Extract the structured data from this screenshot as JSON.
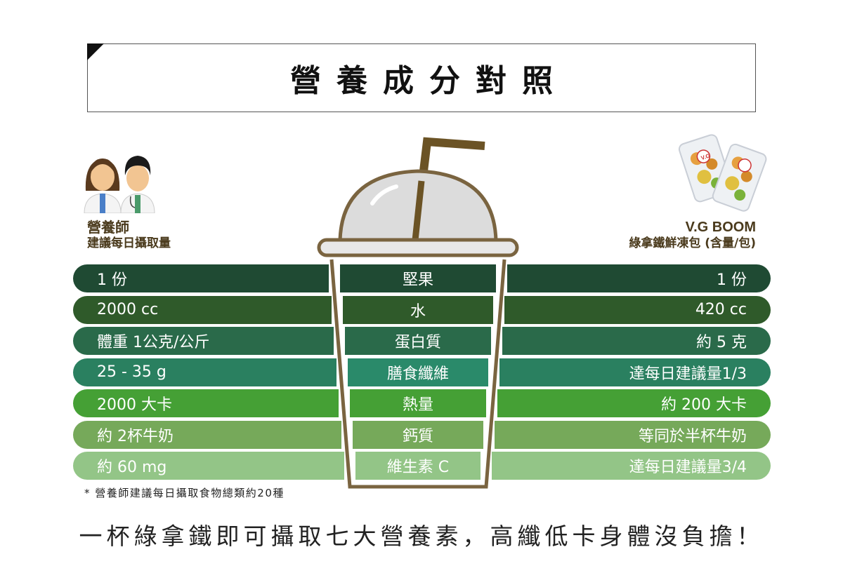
{
  "title": "營養成分對照",
  "left_header": {
    "line1": "營養師",
    "line2": "建議每日攝取量"
  },
  "right_header": {
    "line1": "V.G BOOM",
    "line2": "綠拿鐵鮮凍包 (含量/包)"
  },
  "product_label": "V.G",
  "rows": [
    {
      "left": "1 份",
      "middle": "堅果",
      "right": "1 份",
      "color": "#1f4a33",
      "mid_color": "#1f4a33"
    },
    {
      "left": "2000 cc",
      "middle": "水",
      "right": "420 cc",
      "color": "#2f5a2a",
      "mid_color": "#2f5a2a"
    },
    {
      "left": "體重  1公克/公斤",
      "middle": "蛋白質",
      "right": "約 5 克",
      "color": "#2a6a4a",
      "mid_color": "#2a6a4a"
    },
    {
      "left": "25 - 35 g",
      "middle": "膳食纖維",
      "right": "達每日建議量1/3",
      "color": "#2a8060",
      "mid_color": "#2a8a6a"
    },
    {
      "left": "2000 大卡",
      "middle": "熱量",
      "right": "約 200 大卡",
      "color": "#45a035",
      "mid_color": "#45a035"
    },
    {
      "left": "約 2杯牛奶",
      "middle": "鈣質",
      "right": "等同於半杯牛奶",
      "color": "#76a95a",
      "mid_color": "#76a95a"
    },
    {
      "left": "約 60 mg",
      "middle": "維生素 C",
      "right": "達每日建議量3/4",
      "color": "#93c587",
      "mid_color": "#93c587"
    }
  ],
  "note": "* 營養師建議每日攝取食物總類約20種",
  "footer": "一杯綠拿鐵即可攝取七大營養素，高纖低卡身體沒負擔！",
  "colors": {
    "header_text": "#4a3a1c",
    "cup_outline": "#7a6440",
    "straw": "#6b5325"
  },
  "icons": [
    "female-nutritionist-icon",
    "male-doctor-icon",
    "product-pack-icon",
    "cup-icon",
    "straw-icon"
  ]
}
